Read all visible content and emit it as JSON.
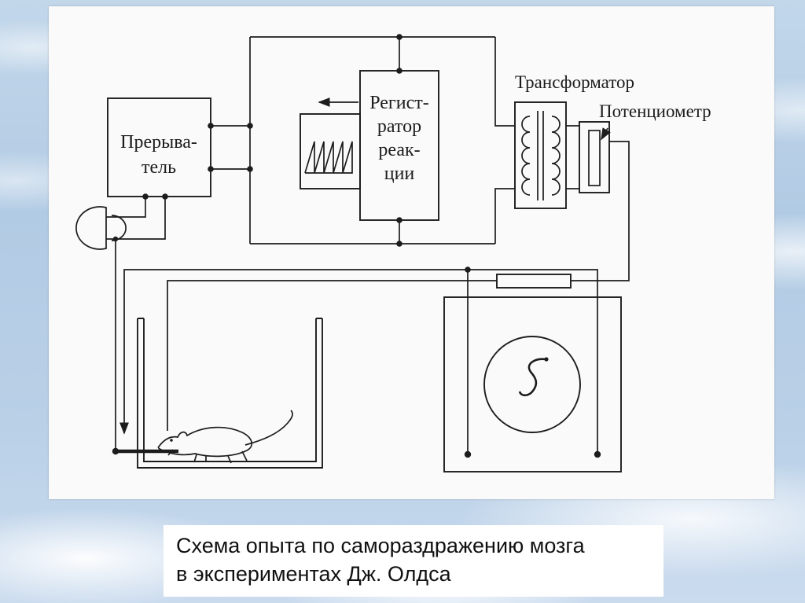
{
  "slide": {
    "caption_line1": "Схема опыта по самораздражению мозга",
    "caption_line2": "в экспериментах Дж. Олдса"
  },
  "diagram": {
    "interrupter": {
      "line1": "Прерыва-",
      "line2": "тель"
    },
    "recorder": {
      "line1": "Регист-",
      "line2": "ратор",
      "line3": "реак-",
      "line4": "ции"
    },
    "transformer_label": "Трансформатор",
    "potentiometer_label": "Потенциометр"
  },
  "colors": {
    "sky": "#b7cfe6",
    "panel": "#fbfafa",
    "ink": "#1c1c1c"
  }
}
